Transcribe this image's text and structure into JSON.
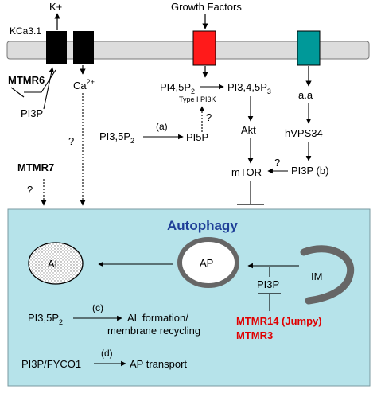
{
  "membrane": {
    "channel_label": "KCa3.1",
    "k_label": "K+",
    "growth_factors": "Growth Factors"
  },
  "colors": {
    "membrane": "#dcdcdc",
    "channel": "#000000",
    "receptor": "#ff1a1a",
    "transporter": "#009999",
    "autophagy_box": "#b6e3ea",
    "title_blue": "#1f3f98",
    "highlight_red": "#e00000"
  },
  "upper": {
    "mtmr6": "MTMR6",
    "ca": "Ca",
    "ca_sup": "2+",
    "pi3p_left": "PI3P",
    "q_ca": "?",
    "mtmr7": "MTMR7",
    "q_mtmr7": "?",
    "pi45p2": "PI4,5P",
    "pi45p2_sub": "2",
    "pi345p3": "PI3,4,5P",
    "pi345p3_sub": "3",
    "type1_pi3k": "Type I PI3K",
    "q_pi5p": "?",
    "pi35p2": "PI3,5P",
    "pi35p2_sub": "2",
    "step_a": "(a)",
    "pi5p": "PI5P",
    "akt": "Akt",
    "mtor": "mTOR",
    "q_mtor": "?",
    "aa": "a.a",
    "hvps34": "hVPS34",
    "pi3p_b": "PI3P (b)"
  },
  "autophagy": {
    "title": "Autophagy",
    "al": "AL",
    "ap": "AP",
    "im": "IM",
    "pi3p": "PI3P",
    "mtmr14": "MTMR14 (Jumpy)",
    "mtmr3": "MTMR3",
    "pi35p2": "PI3,5P",
    "pi35p2_sub": "2",
    "step_c": "(c)",
    "al_formation": "AL formation/",
    "membrane_recycling": "membrane recycling",
    "pi3p_fyco1": "PI3P/FYCO1",
    "step_d": "(d)",
    "ap_transport": "AP transport"
  }
}
